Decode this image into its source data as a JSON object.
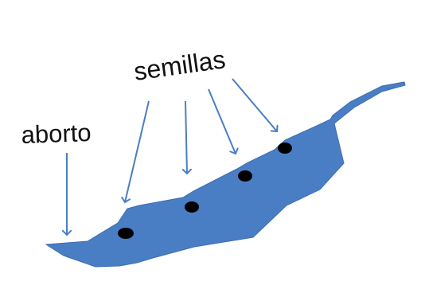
{
  "labels": {
    "aborto": "aborto",
    "semillas": "semillas"
  },
  "colors": {
    "pod_fill": "#4a7ec4",
    "pod_stroke": "#3b6db0",
    "arrow": "#4a7ec4",
    "seed": "#000000",
    "background": "#ffffff",
    "text": "#111111"
  },
  "figure": {
    "pod": "seed-pod",
    "seeds_count": 4,
    "aborted_seeds_count": 1
  }
}
